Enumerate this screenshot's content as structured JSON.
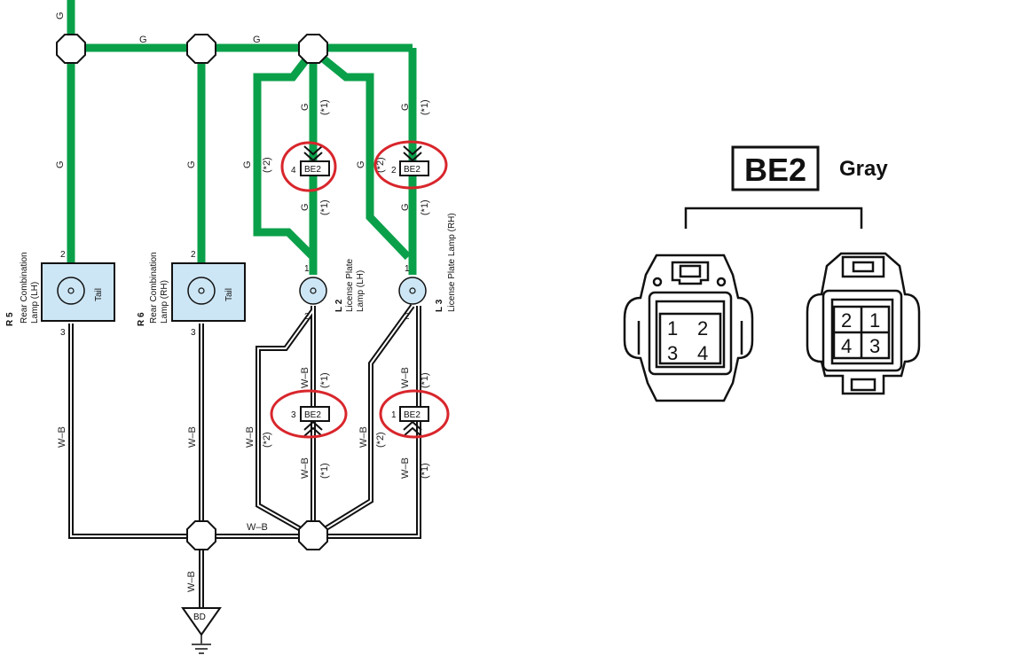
{
  "colors": {
    "green_wire": "#0aa04a",
    "lamp_fill": "#cde6f5",
    "highlight": "#d8262c"
  },
  "wires": {
    "g": "G",
    "wb": "W–B",
    "n1": "(*1)",
    "n2": "(*2)"
  },
  "components": {
    "r5": {
      "id": "R 5",
      "line1": "Rear Combination",
      "line2": "Lamp (LH)",
      "inner": "Tail",
      "pin_top": "2",
      "pin_bottom": "3"
    },
    "r6": {
      "id": "R 6",
      "line1": "Rear Combination",
      "line2": "Lamp (RH)",
      "inner": "Tail",
      "pin_top": "2",
      "pin_bottom": "3"
    },
    "l2": {
      "id": "L 2",
      "line1": "License Plate",
      "line2": "Lamp (LH)",
      "pin_top": "1",
      "pin_bottom": "2"
    },
    "l3": {
      "id": "L 3",
      "line1": "License Plate Lamp (RH)",
      "pin_top": "1",
      "pin_bottom": "2"
    }
  },
  "connectors": {
    "name": "BE2",
    "pins": {
      "a": "4",
      "b": "2",
      "c": "3",
      "d": "1"
    }
  },
  "ground": {
    "label": "BD"
  },
  "legend": {
    "title": "BE2",
    "color": "Gray",
    "left_pins": [
      "1",
      "2",
      "3",
      "4"
    ],
    "right_pins": [
      "2",
      "1",
      "4",
      "3"
    ]
  }
}
